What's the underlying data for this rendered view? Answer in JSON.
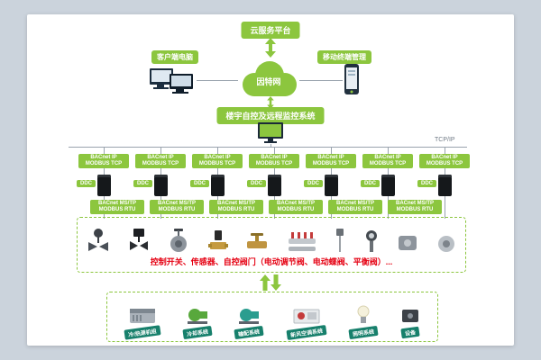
{
  "top": {
    "cloud_platform": "云服务平台",
    "internet": "因特网",
    "client_label": "客户端电脑",
    "mobile_label": "移动终端管理",
    "bas_label": "楼宇自控及远程监控系统",
    "tcpip": "TCP/IP"
  },
  "bacnet_ip": {
    "line1": "BACnet IP",
    "line2": "MODBUS TCP"
  },
  "ddc_label": "DDC",
  "bacnet_mstp": {
    "line1": "BACnet MS/TP",
    "line2": "MODBUS RTU"
  },
  "field_devices": {
    "caption": "控制开关、传感器、自控阀门（电动调节阀、电动蝶阀、平衡阀）...",
    "icons": [
      "globe-valve",
      "control-valve",
      "butterfly-valve",
      "solenoid-valve",
      "ball-valve",
      "manifold",
      "temperature-sensor",
      "pressure-transmitter",
      "damper-actuator",
      "flow-sensor"
    ]
  },
  "systems": {
    "items": [
      {
        "label": "冷/热源机组",
        "icon": "chiller-unit"
      },
      {
        "label": "冷却系统",
        "icon": "cooling-pump"
      },
      {
        "label": "输配系统",
        "icon": "distribution-pump"
      },
      {
        "label": "新风空调系统",
        "icon": "air-handling-unit"
      },
      {
        "label": "照明系统",
        "icon": "light-bulb"
      },
      {
        "label": "设备",
        "icon": "equipment-box"
      }
    ]
  },
  "colors": {
    "green": "#8cc63e",
    "teal": "#17806c",
    "red": "#e50012",
    "background": "#cbd3dc"
  }
}
